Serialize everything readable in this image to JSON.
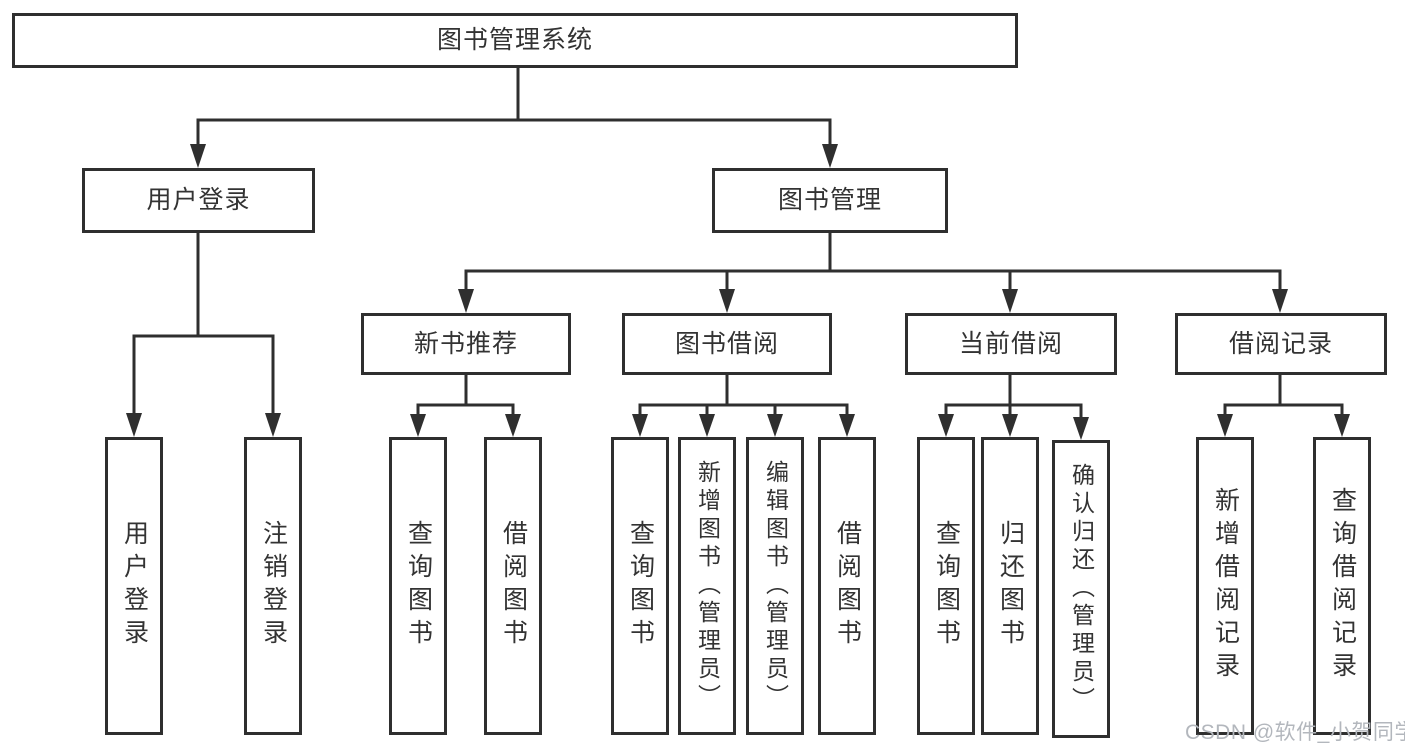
{
  "diagram": {
    "title": "图书管理系统",
    "root": {
      "label": "图书管理系统"
    },
    "level2": [
      {
        "label": "用户登录"
      },
      {
        "label": "图书管理"
      }
    ],
    "level3": [
      {
        "label": "新书推荐"
      },
      {
        "label": "图书借阅"
      },
      {
        "label": "当前借阅"
      },
      {
        "label": "借阅记录"
      }
    ],
    "leaves": {
      "login": [
        "用户登录",
        "注销登录"
      ],
      "recommend": [
        "查询图书",
        "借阅图书"
      ],
      "borrow": [
        "查询图书",
        "新增图书（管理员）",
        "编辑图书（管理员）",
        "借阅图书"
      ],
      "current": [
        "查询图书",
        "归还图书",
        "确认归还（管理员）"
      ],
      "records": [
        "新增借阅记录",
        "查询借阅记录"
      ]
    }
  },
  "colors": {
    "line": "#2f2f2f",
    "text": "#333333",
    "watermark": "#b3b7bd"
  },
  "watermark": {
    "text": "CSDN @软件_小贺同学"
  }
}
